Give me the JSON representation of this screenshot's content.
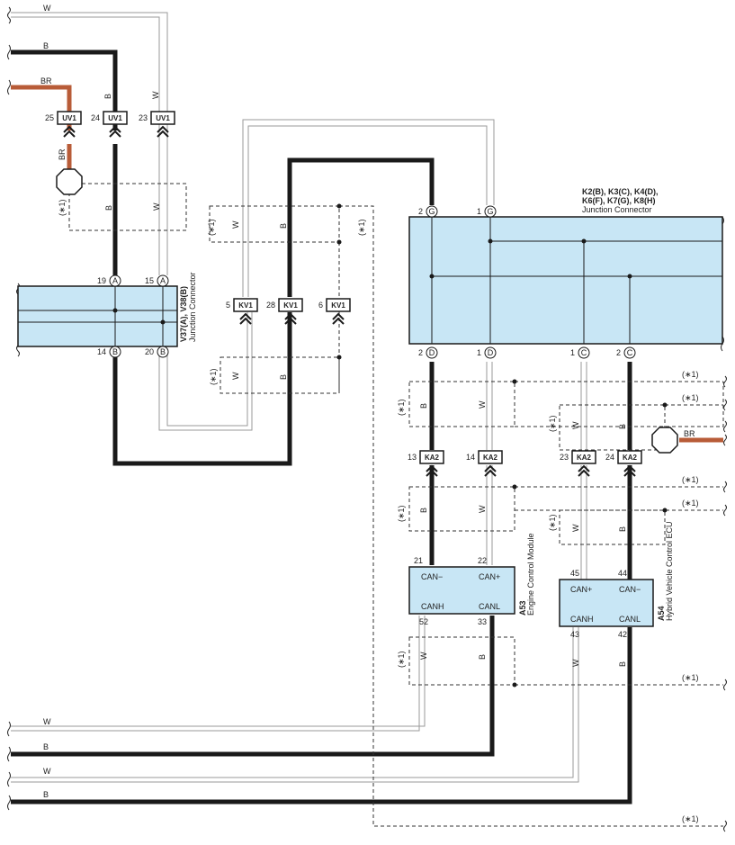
{
  "wire_labels": {
    "w_top": "W",
    "b_top": "B",
    "br_top": "BR",
    "b_uv1": "B",
    "w_uv1": "W",
    "br_splice": "BR",
    "br_right": "BR",
    "w_bot1": "W",
    "b_bot1": "B",
    "w_bot2": "W",
    "b_bot2": "B"
  },
  "dashed_labels": {
    "s1_b": "B",
    "s1_w": "W",
    "s2_w": "W",
    "s2_b": "B",
    "s3_w": "W",
    "s3_b": "B",
    "s4_b": "B",
    "s4_w": "W",
    "s5_w": "W",
    "s5_b": "B",
    "s6_b": "B",
    "s6_w": "W",
    "s7_w": "W",
    "s7_b": "B",
    "s8_w": "W",
    "s8_b": "B",
    "s9_w": "W",
    "s9_b": "B"
  },
  "notes": {
    "n1": "(∗1)",
    "n2": "(∗1)",
    "n3": "(∗1)",
    "n4": "(∗1)",
    "n5": "(∗1)",
    "n6": "(∗1)",
    "n7": "(∗1)",
    "n8": "(∗1)",
    "n9": "(∗1)",
    "n10": "(∗1)",
    "n11": "(∗1)",
    "n12": "(∗1)",
    "n13": "(∗1)",
    "n14": "(∗1)",
    "n15": "(∗1)"
  },
  "connectors": {
    "uv1_a": {
      "code": "UV1",
      "pin": "25"
    },
    "uv1_b": {
      "code": "UV1",
      "pin": "24"
    },
    "uv1_c": {
      "code": "UV1",
      "pin": "23"
    },
    "kv1_a": {
      "code": "KV1",
      "pin": "5"
    },
    "kv1_b": {
      "code": "KV1",
      "pin": "28"
    },
    "kv1_c": {
      "code": "KV1",
      "pin": "6"
    },
    "ka2_a": {
      "code": "KA2",
      "pin": "13"
    },
    "ka2_b": {
      "code": "KA2",
      "pin": "14"
    },
    "ka2_c": {
      "code": "KA2",
      "pin": "23"
    },
    "ka2_d": {
      "code": "KA2",
      "pin": "24"
    }
  },
  "junction_v37": {
    "title": "V37(A), V38(B)",
    "subtitle": "Junction Connector",
    "pins_top": [
      {
        "pin": "19",
        "letter": "A"
      },
      {
        "pin": "15",
        "letter": "A"
      }
    ],
    "pins_bottom": [
      {
        "pin": "14",
        "letter": "B"
      },
      {
        "pin": "20",
        "letter": "B"
      }
    ]
  },
  "junction_k2": {
    "title_line1": "K2(B), K3(C), K4(D),",
    "title_line2": "K6(F), K7(G), K8(H)",
    "subtitle": "Junction Connector",
    "pins_top": [
      {
        "pin": "2",
        "letter": "G"
      },
      {
        "pin": "1",
        "letter": "G"
      }
    ],
    "pins_bottom": [
      {
        "pin": "2",
        "letter": "D"
      },
      {
        "pin": "1",
        "letter": "D"
      },
      {
        "pin": "1",
        "letter": "C"
      },
      {
        "pin": "2",
        "letter": "C"
      }
    ]
  },
  "ecm": {
    "code": "A53",
    "name": "Engine Control Module",
    "pin_tl": "21",
    "pin_tr": "22",
    "pin_bl": "52",
    "pin_br": "33",
    "sig_tl": "CAN−",
    "sig_tr": "CAN+",
    "sig_bl": "CANH",
    "sig_br": "CANL"
  },
  "hv_ecu": {
    "code": "A54",
    "name": "Hybrid Vehicle Control ECU",
    "pin_tl": "45",
    "pin_tr": "44",
    "pin_bl": "43",
    "pin_br": "42",
    "sig_tl": "CAN+",
    "sig_tr": "CAN−",
    "sig_bl": "CANH",
    "sig_br": "CANL"
  },
  "colors": {
    "black_wire": "#1a1a1a",
    "white_wire": "#9a9a9a",
    "brown_wire": "#b85c38",
    "box_fill": "#c8e6f5",
    "dashed": "#333333"
  }
}
